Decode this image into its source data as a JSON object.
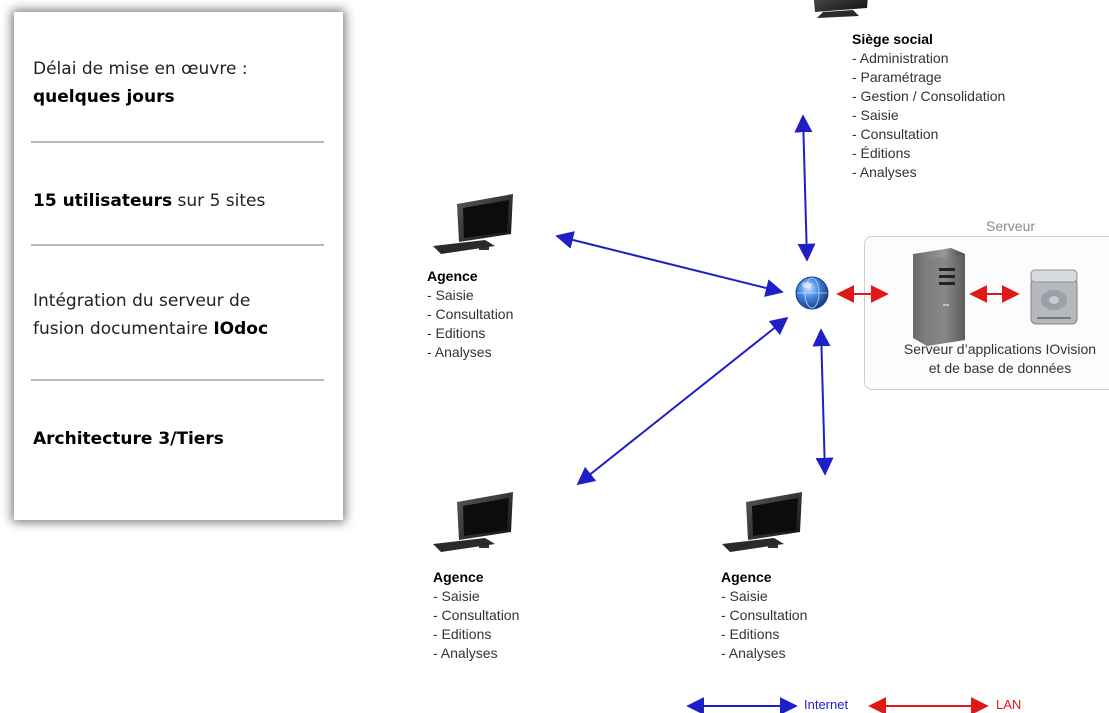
{
  "card": {
    "delay_text": "Délai de mise en œuvre :",
    "delay_value": "quelques jours",
    "users_strong": "15 utilisateurs",
    "users_rest": " sur  5 sites",
    "integration_line1": "Intégration  du serveur de",
    "integration_line2_prefix": "fusion documentaire ",
    "integration_line2_strong": "IOdoc",
    "architecture": "Architecture 3/Tiers"
  },
  "nodes": {
    "siege": {
      "title": "Siège social",
      "items": [
        "- Administration",
        "- Paramétrage",
        "- Gestion / Consolidation",
        "- Saisie",
        "- Consultation",
        "- Éditions",
        "- Analyses"
      ]
    },
    "agence_left": {
      "title": "Agence",
      "items": [
        "- Saisie",
        "- Consultation",
        "- Editions",
        "- Analyses"
      ]
    },
    "agence_bottom_left": {
      "title": "Agence",
      "items": [
        "- Saisie",
        "- Consultation",
        "- Editions",
        "- Analyses"
      ]
    },
    "agence_bottom_right": {
      "title": "Agence",
      "items": [
        "- Saisie",
        "- Consultation",
        "- Editions",
        "- Analyses"
      ]
    }
  },
  "server": {
    "title": "Serveur",
    "caption_line1": "Serveur d’applications IOvision",
    "caption_line2": "et de base de données"
  },
  "legend": {
    "internet": "Internet",
    "lan": "LAN"
  },
  "colors": {
    "internet": "#1f1fc8",
    "lan": "#e01818",
    "globe": "#2f6fd0"
  }
}
